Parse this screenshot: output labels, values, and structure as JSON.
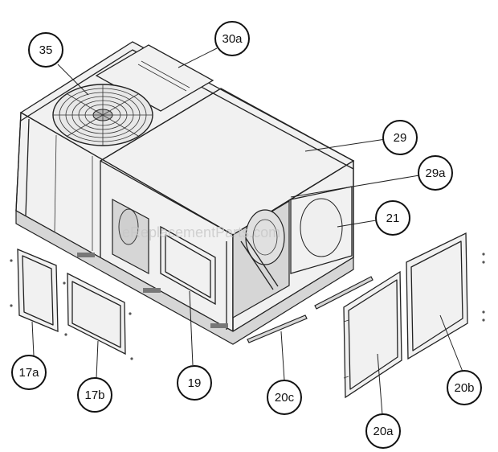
{
  "watermark": "eReplacementParts.com",
  "callouts": [
    {
      "id": "35",
      "label": "35"
    },
    {
      "id": "30a",
      "label": "30a"
    },
    {
      "id": "29",
      "label": "29"
    },
    {
      "id": "29a",
      "label": "29a"
    },
    {
      "id": "21",
      "label": "21"
    },
    {
      "id": "17a",
      "label": "17a"
    },
    {
      "id": "17b",
      "label": "17b"
    },
    {
      "id": "19",
      "label": "19"
    },
    {
      "id": "20c",
      "label": "20c"
    },
    {
      "id": "20a",
      "label": "20a"
    },
    {
      "id": "20b",
      "label": "20b"
    }
  ]
}
